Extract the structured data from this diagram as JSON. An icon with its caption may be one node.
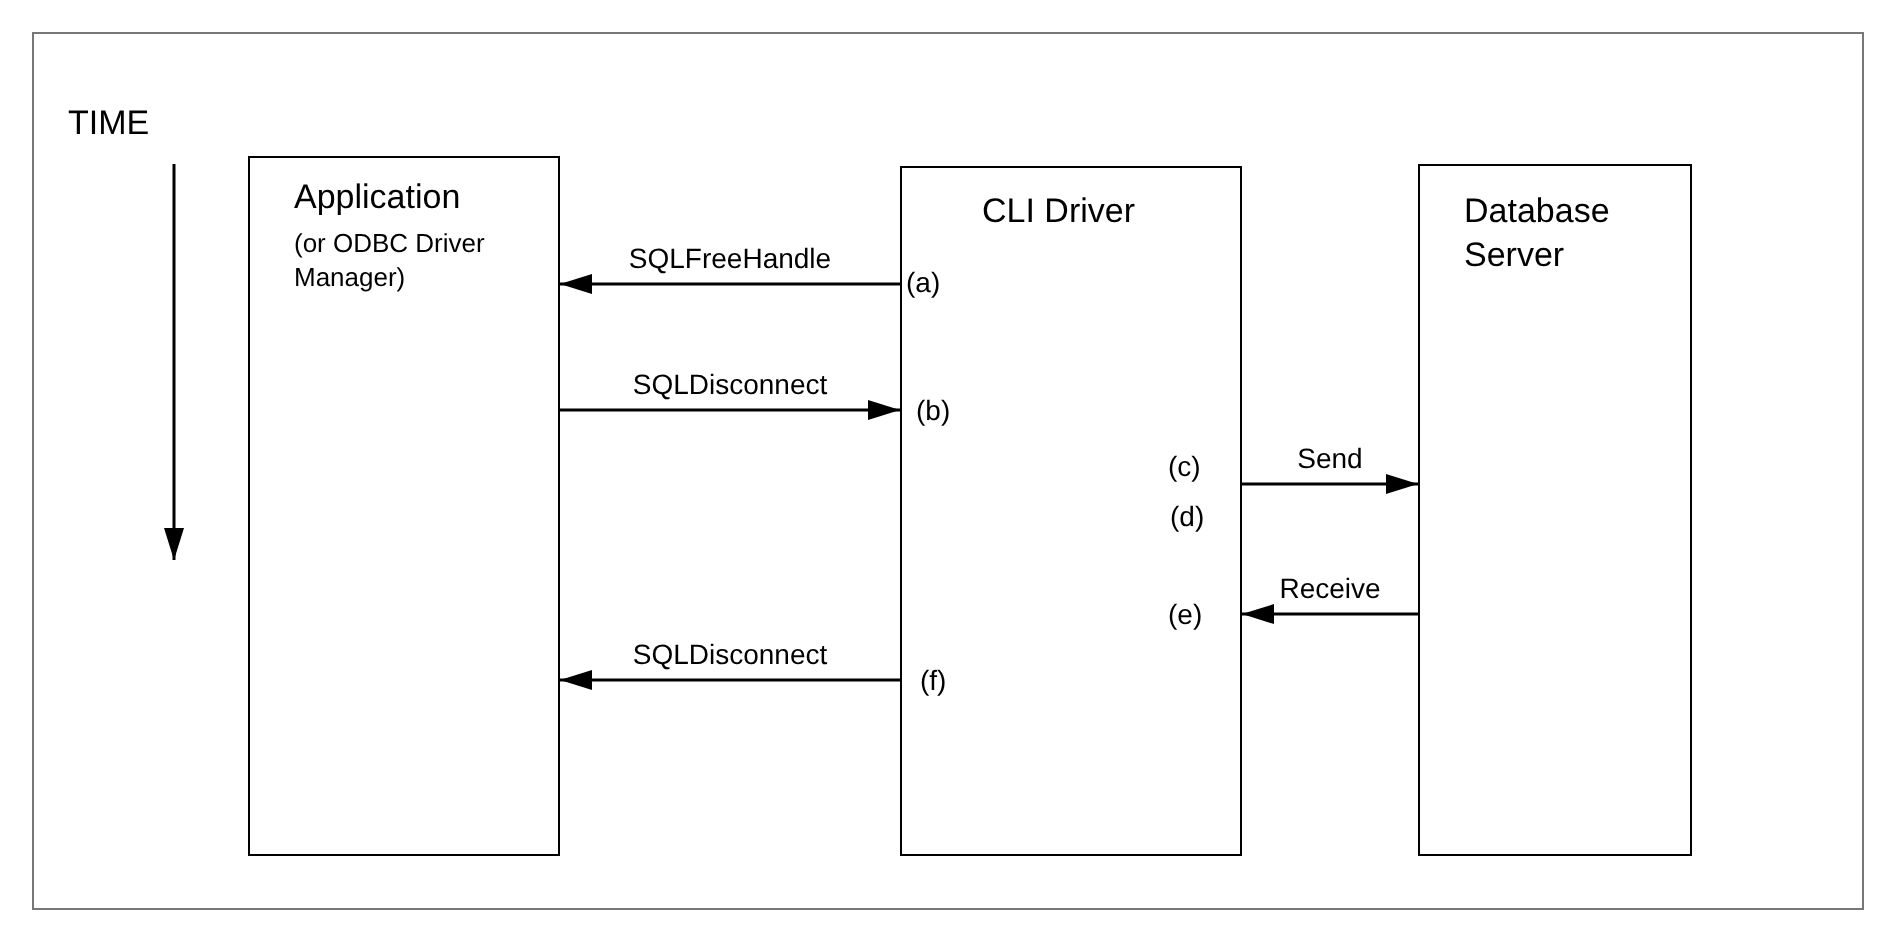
{
  "diagram": {
    "nodes": [
      {
        "text": [
          "Application",
          "(or ODBC Driver Manager)"
        ]
      },
      {
        "text": [
          "CLI Driver"
        ]
      },
      {
        "text": [
          "Database Server"
        ]
      }
    ],
    "edges": [
      {
        "from": 1,
        "to": 0,
        "arrow": "to",
        "label": "SQLFreeHandle"
      },
      {
        "from": 0,
        "to": 1,
        "arrow": "to",
        "label": "SQLDisconnect"
      },
      {
        "from": 1,
        "to": 2,
        "arrow": "to",
        "label": "Send"
      },
      {
        "from": 2,
        "to": 1,
        "arrow": "to",
        "label": "Receive"
      },
      {
        "from": 1,
        "to": 0,
        "arrow": "to",
        "label": "SQLDisconnect"
      }
    ],
    "labels": [
      "TIME",
      "(a)",
      "(b)",
      "(c)",
      "(d)",
      "(e)",
      "(f)"
    ]
  }
}
